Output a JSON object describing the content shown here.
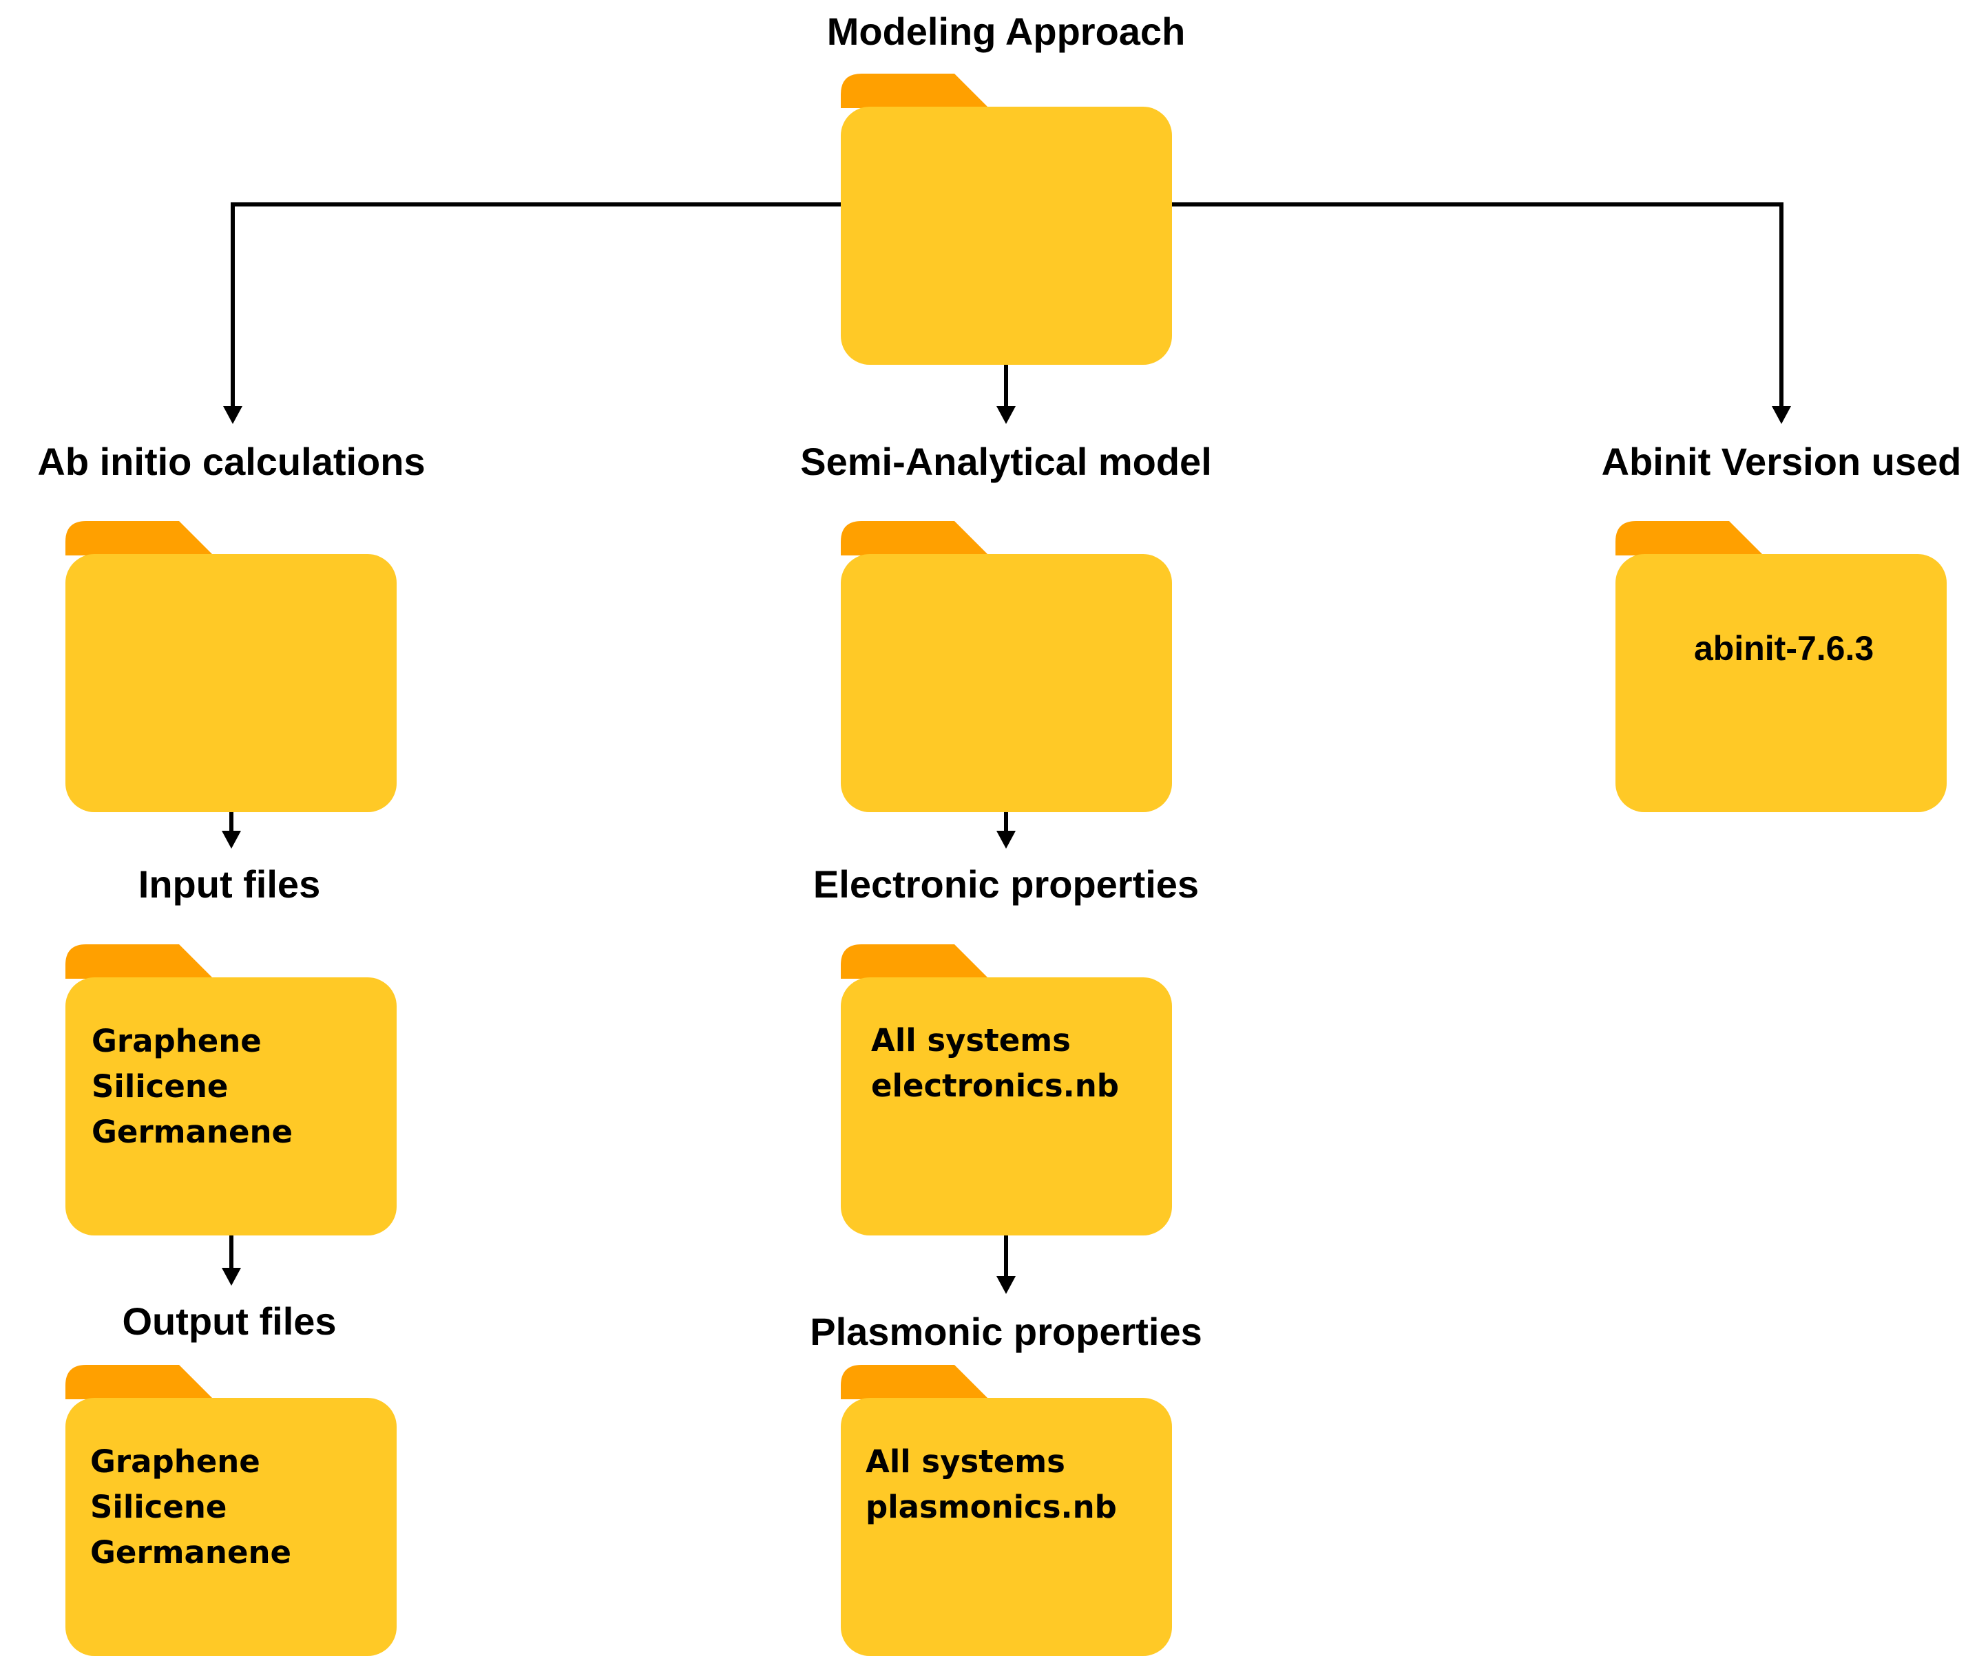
{
  "colors": {
    "folder_body": "#FFC926",
    "folder_tab": "#FFA000",
    "arrow": "#000000"
  },
  "icon": "folder-icon",
  "root": {
    "title": "Modeling Approach"
  },
  "branches": {
    "ab_initio": {
      "title": "Ab initio calculations",
      "input": {
        "title": "Input files",
        "items": [
          "Graphene",
          "Silicene",
          "Germanene"
        ]
      },
      "output": {
        "title": "Output files",
        "items": [
          "Graphene",
          "Silicene",
          "Germanene"
        ]
      }
    },
    "semi_analytical": {
      "title": "Semi-Analytical model",
      "electronic": {
        "title": "Electronic properties",
        "items": [
          "All systems",
          "electronics.nb"
        ]
      },
      "plasmonic": {
        "title": "Plasmonic properties",
        "items": [
          "All systems",
          "plasmonics.nb"
        ]
      }
    },
    "abinit": {
      "title": "Abinit Version used",
      "items": [
        "abinit-7.6.3"
      ]
    }
  }
}
